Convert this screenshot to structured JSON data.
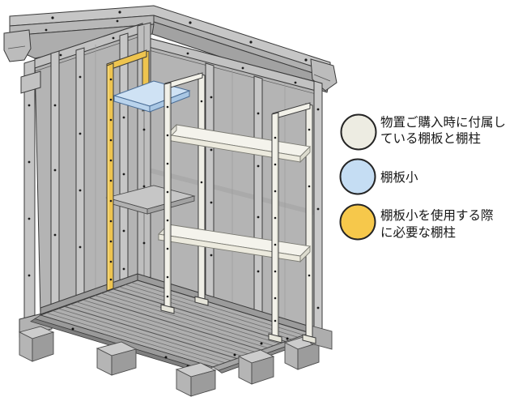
{
  "legend": {
    "items": [
      {
        "id": "included-parts",
        "swatch_color": "#edece2",
        "lines": [
          "物置ご購入時に付属し",
          "ている棚板と棚柱"
        ]
      },
      {
        "id": "small-shelf-board",
        "swatch_color": "#c5ddf3",
        "lines": [
          "棚板小"
        ]
      },
      {
        "id": "post-for-small-shelf",
        "swatch_color": "#f6c84b",
        "lines": [
          "棚板小を使用する際",
          "に必要な棚柱"
        ]
      }
    ]
  },
  "illustration": {
    "colors": {
      "included_shelf_fill": "#f4f3ec",
      "included_post_fill": "#f2f1e9",
      "small_shelf_fill": "#cfe2f4",
      "small_shelf_side": "#b9d3ec",
      "extra_post_fill": "#eec44f",
      "wall_gray": "#b4b4b4",
      "floor_gray": "#aeaeae"
    }
  }
}
